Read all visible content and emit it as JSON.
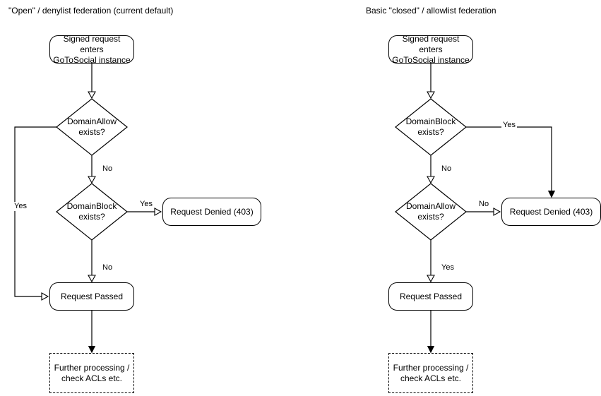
{
  "panels": [
    {
      "id": "open-federation",
      "title": "\"Open\" / denylist federation (current default)"
    },
    {
      "id": "closed-federation",
      "title": "Basic \"closed\" / allowlist federation"
    }
  ],
  "nodes": {
    "entry": "Signed request enters\nGoToSocial instance",
    "domain_allow": "DomainAllow\nexists?",
    "domain_block": "DomainBlock\nexists?",
    "denied": "Request Denied (403)",
    "passed": "Request Passed",
    "further": "Further processing /\ncheck ACLs etc."
  },
  "edge_labels": {
    "yes": "Yes",
    "no": "No"
  },
  "left_flow": {
    "entry": "Signed request enters\nGoToSocial instance",
    "decision_1": "DomainAllow\nexists?",
    "decision_1_yes": "Yes",
    "decision_1_no": "No",
    "decision_2": "DomainBlock\nexists?",
    "decision_2_yes": "Yes",
    "decision_2_no": "No",
    "denied": "Request Denied (403)",
    "passed": "Request Passed",
    "further": "Further processing /\ncheck ACLs etc."
  },
  "right_flow": {
    "entry": "Signed request enters\nGoToSocial instance",
    "decision_1": "DomainBlock\nexists?",
    "decision_1_yes": "Yes",
    "decision_1_no": "No",
    "decision_2": "DomainAllow\nexists?",
    "decision_2_no": "No",
    "decision_2_yes": "Yes",
    "denied": "Request Denied (403)",
    "passed": "Request Passed",
    "further": "Further processing /\ncheck ACLs etc."
  },
  "colors": {
    "stroke": "#000000",
    "background": "#ffffff",
    "text": "#000000"
  }
}
